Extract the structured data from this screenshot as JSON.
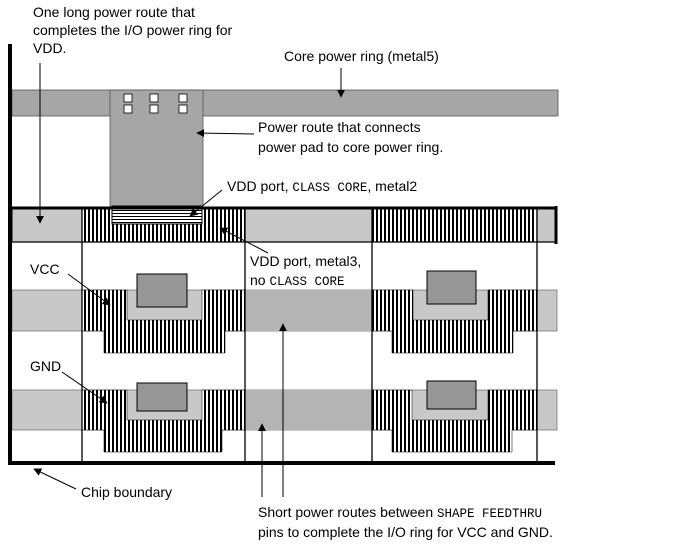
{
  "annotations": {
    "vdd_route_line1": "One long power route that",
    "vdd_route_line2": "completes the I/O power ring for",
    "vdd_route_line3": "VDD.",
    "core_ring": "Core power ring (metal5)",
    "power_route_line1": "Power route that connects",
    "power_route_line2": "power pad to core power ring.",
    "vdd_port_core_a": "VDD port, ",
    "vdd_port_core_b": "CLASS CORE",
    "vdd_port_core_c": ", metal2",
    "vdd_port_m3_line1": "VDD port, metal3,",
    "vdd_port_m3_a": "no ",
    "vdd_port_m3_b": "CLASS CORE",
    "vcc": "VCC",
    "gnd": "GND",
    "chip_boundary": "Chip boundary",
    "short_routes_a": "Short power routes between ",
    "short_routes_b": "SHAPE FEEDTHRU",
    "short_routes_line2": "pins to complete the I/O ring for VCC and GND."
  },
  "colors": {
    "metal_gray": "#a6a6a6",
    "light_gray": "#c8c8c8",
    "pad_gray": "#969696",
    "line": "#000000"
  }
}
